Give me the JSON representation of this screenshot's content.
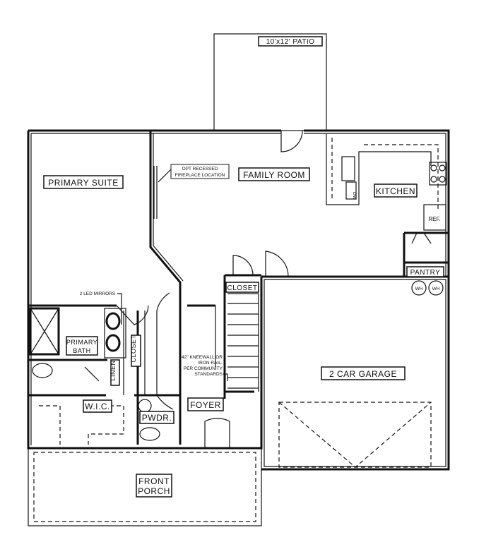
{
  "plan": {
    "rooms": {
      "patio": "10'x12' PATIO",
      "primary_suite": "PRIMARY SUITE",
      "family_room": "FAMILY ROOM",
      "kitchen": "KITCHEN",
      "pantry": "PANTRY",
      "closet_foyer": "CLOSET",
      "primary_bath_1": "PRIMARY",
      "primary_bath_2": "BATH",
      "linen": "LINEN",
      "closet_hall": "CLOSET",
      "wic": "W.I.C.",
      "powder": "PWDR.",
      "foyer": "FOYER",
      "garage": "2 CAR GARAGE",
      "porch_1": "FRONT",
      "porch_2": "PORCH"
    },
    "notes": {
      "fireplace_1": "OPT RECESSED",
      "fireplace_2": "FIREPLACE LOCATION",
      "mirrors": "2 LED MIRRORS",
      "rail_1": "42\" KNEEWALL OR",
      "rail_2": "IRON RAIL-",
      "rail_3": "PER COMMUNITY",
      "rail_4": "STANDARDS",
      "dw": "DW",
      "ref": "REF.",
      "wh": "WH"
    }
  }
}
